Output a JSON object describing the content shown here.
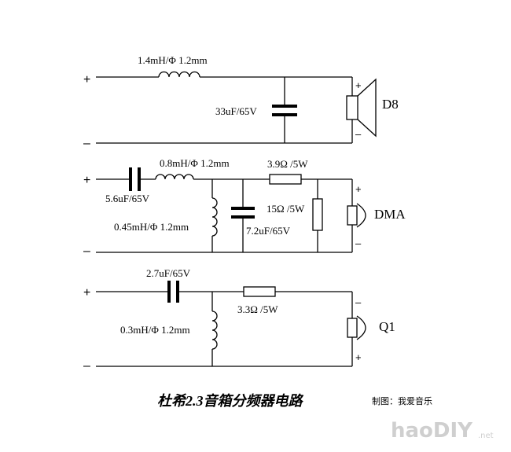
{
  "circuit_1": {
    "plus": "+",
    "minus": "–",
    "inductor_label": "1.4mH/Φ 1.2mm",
    "capacitor_label": "33uF/65V",
    "speaker_label": "D8",
    "spk_plus": "+",
    "spk_minus": "–"
  },
  "circuit_2": {
    "plus": "+",
    "minus": "–",
    "series_cap_label": "5.6uF/65V",
    "series_inductor_label": "0.8mH/Φ 1.2mm",
    "shunt_inductor_label": "0.45mH/Φ 1.2mm",
    "shunt_cap_label": "7.2uF/65V",
    "series_resistor_label": "3.9Ω /5W",
    "shunt_resistor_label": "15Ω /5W",
    "speaker_label": "DMA",
    "spk_plus": "+",
    "spk_minus": "–"
  },
  "circuit_3": {
    "plus": "+",
    "minus": "–",
    "series_cap_label": "2.7uF/65V",
    "shunt_inductor_label": "0.3mH/Φ 1.2mm",
    "series_resistor_label": "3.3Ω /5W",
    "speaker_label": "Q1",
    "spk_plus": "–",
    "spk_minus": "+"
  },
  "title": "杜希2.3音箱分频器电路",
  "credit": "制图：我爱音乐",
  "watermark": {
    "text": "haoDIY",
    "suffix": ".net"
  }
}
